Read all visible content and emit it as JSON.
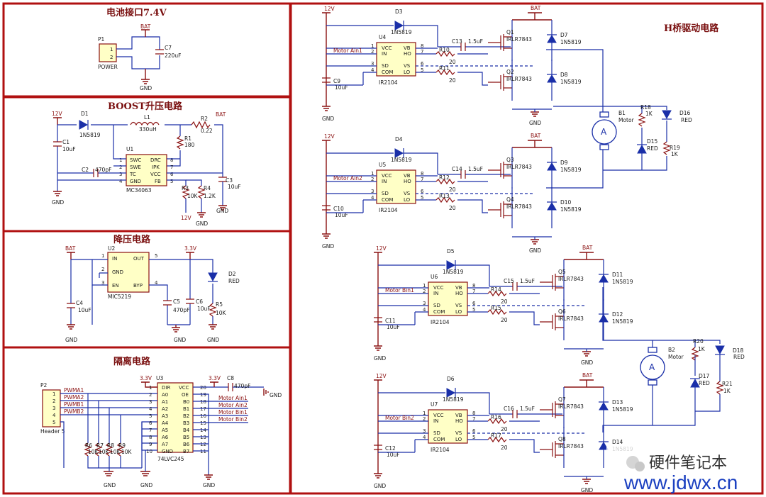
{
  "titles": {
    "battery": "电池接口7.4V",
    "boost": "BOOST升压电路",
    "buck": "降压电路",
    "isolation": "隔离电路",
    "hbridge": "H桥驱动电路"
  },
  "battery_section": {
    "connector_ref": "P1",
    "connector_name": "POWER",
    "pin1": "1",
    "pin2": "2",
    "bat": "BAT",
    "cap_ref": "C7",
    "cap_val": "220uF",
    "gnd": "GND"
  },
  "boost_section": {
    "v12": "12V",
    "d_ref": "D1",
    "d_val": "1N5819",
    "l_ref": "L1",
    "l_val": "330uH",
    "r2_ref": "R2",
    "r2_val": "0.22",
    "bat": "BAT",
    "r1_ref": "R1",
    "r1_val": "180",
    "c1_ref": "C1",
    "c1_val": "10uF",
    "c2_ref": "C2",
    "c2_val": "470pF",
    "ic_ref": "U1",
    "ic_name": "MC34063",
    "ic_pins_left": [
      "SWC",
      "SWE",
      "TC",
      "GND"
    ],
    "ic_pins_right": [
      "DRC",
      "IPK",
      "VCC",
      "FB"
    ],
    "pin_nums_left": [
      "1",
      "2",
      "3",
      "4"
    ],
    "pin_nums_right": [
      "8",
      "7",
      "6",
      "5"
    ],
    "r3_ref": "R3",
    "r3_val": "10K",
    "r4_ref": "R4",
    "r4_val": "1.2K",
    "c3_ref": "C3",
    "c3_val": "10uF",
    "v12b": "12V",
    "gnd": "GND"
  },
  "buck_section": {
    "bat": "BAT",
    "ic_ref": "U2",
    "ic_name": "MIC5219",
    "pin_in": "IN",
    "pin_out": "OUT",
    "pin_gnd": "GND",
    "pin_en": "EN",
    "pin_byp": "BYP",
    "n1": "1",
    "n2": "2",
    "n3": "3",
    "n4": "4",
    "n5": "5",
    "v33": "3.3V",
    "c4_ref": "C4",
    "c4_val": "10uF",
    "c5_ref": "C5",
    "c5_val": "470pF",
    "c6_ref": "C6",
    "c6_val": "10uF",
    "r5_ref": "R5",
    "r5_val": "10K",
    "d2_ref": "D2",
    "d2_val": "RED",
    "gnd": "GND"
  },
  "iso_section": {
    "hdr_ref": "P2",
    "hdr_name": "Header 5",
    "hdr_pins": [
      "1",
      "2",
      "3",
      "4",
      "5"
    ],
    "nets": [
      "PWMA1",
      "PWMA2",
      "PWMB1",
      "PWMB2"
    ],
    "v33": "3.3V",
    "ic_ref": "U3",
    "ic_name": "74LVC245",
    "left_pins": [
      "DIR",
      "A0",
      "A1",
      "A2",
      "A3",
      "A4",
      "A5",
      "A6",
      "A7",
      "GND"
    ],
    "left_nums": [
      "1",
      "2",
      "3",
      "4",
      "5",
      "6",
      "7",
      "8",
      "9",
      "10"
    ],
    "right_pins": [
      "VCC",
      "OE",
      "B0",
      "B1",
      "B2",
      "B3",
      "B4",
      "B5",
      "B6",
      "B7"
    ],
    "right_nums": [
      "20",
      "19",
      "18",
      "17",
      "16",
      "15",
      "14",
      "13",
      "12",
      "11"
    ],
    "out_nets": [
      "Motor Ain1",
      "Motor Ain2",
      "Motor Bin1",
      "Motor Bin2"
    ],
    "c8_ref": "C8",
    "c8_val": "470pF",
    "res": [
      "R6",
      "R7",
      "R8",
      "R9"
    ],
    "res_val": "10K",
    "gnd": "GND"
  },
  "hbridge": {
    "drivers": [
      {
        "v12": "12V",
        "d_ref": "D3",
        "d_val": "1N5819",
        "u_ref": "U4",
        "in_net": "Motor Ain1",
        "c_boot": "C13",
        "c_val": "1.5uF",
        "rh": "R10",
        "rl": "R11",
        "c_dec": "C9",
        "c_dec_val": "10uF"
      },
      {
        "v12": "12V",
        "d_ref": "D4",
        "d_val": "1N5819",
        "u_ref": "U5",
        "in_net": "Motor Ain2",
        "c_boot": "C14",
        "c_val": "1.5uF",
        "rh": "R12",
        "rl": "R13",
        "c_dec": "C10",
        "c_dec_val": "10uF"
      },
      {
        "v12": "12V",
        "d_ref": "D5",
        "d_val": "1N5819",
        "u_ref": "U6",
        "in_net": "Motor Bin1",
        "c_boot": "C15",
        "c_val": "1.5uF",
        "rh": "R14",
        "rl": "R15",
        "c_dec": "C11",
        "c_dec_val": "10uF"
      },
      {
        "v12": "12V",
        "d_ref": "D6",
        "d_val": "1N5819",
        "u_ref": "U7",
        "in_net": "Motor Bin2",
        "c_boot": "C16",
        "c_val": "1.5uF",
        "rh": "R16",
        "rl": "R17",
        "c_dec": "C12",
        "c_dec_val": "10uF"
      }
    ],
    "ic_name": "IR2104",
    "left_pins": [
      "VCC",
      "IN",
      "SD",
      "COM"
    ],
    "right_pins": [
      "VB",
      "HO",
      "VS",
      "LO"
    ],
    "left_nums": [
      "1",
      "2",
      "3",
      "4"
    ],
    "right_nums": [
      "8",
      "7",
      "6",
      "5"
    ],
    "res_val": "20",
    "mosfets": [
      {
        "q": "Q1",
        "d": "D7"
      },
      {
        "q": "Q2",
        "d": "D8"
      },
      {
        "q": "Q3",
        "d": "D9"
      },
      {
        "q": "Q4",
        "d": "D10"
      },
      {
        "q": "Q5",
        "d": "D11"
      },
      {
        "q": "Q6",
        "d": "D12"
      },
      {
        "q": "Q7",
        "d": "D13"
      },
      {
        "q": "Q8",
        "d": "D14"
      }
    ],
    "mosfet_part": "IRLR7843",
    "diode_part": "1N5819",
    "bat": "BAT",
    "gnd": "GND",
    "motors": [
      {
        "ref": "B1",
        "name": "Motor",
        "r_top": "R18",
        "r_bot": "R19",
        "r_val": "1K",
        "led_a": "D16",
        "led_b": "D15",
        "led_val": "RED"
      },
      {
        "ref": "B2",
        "name": "Motor",
        "r_top": "R20",
        "r_bot": "R21",
        "r_val": "1K",
        "led_a": "D18",
        "led_b": "D17",
        "led_val": "RED"
      }
    ],
    "motor_symbol": "A"
  },
  "watermark": {
    "account": "硬件笔记本",
    "url": "www.jdwx.cn"
  }
}
